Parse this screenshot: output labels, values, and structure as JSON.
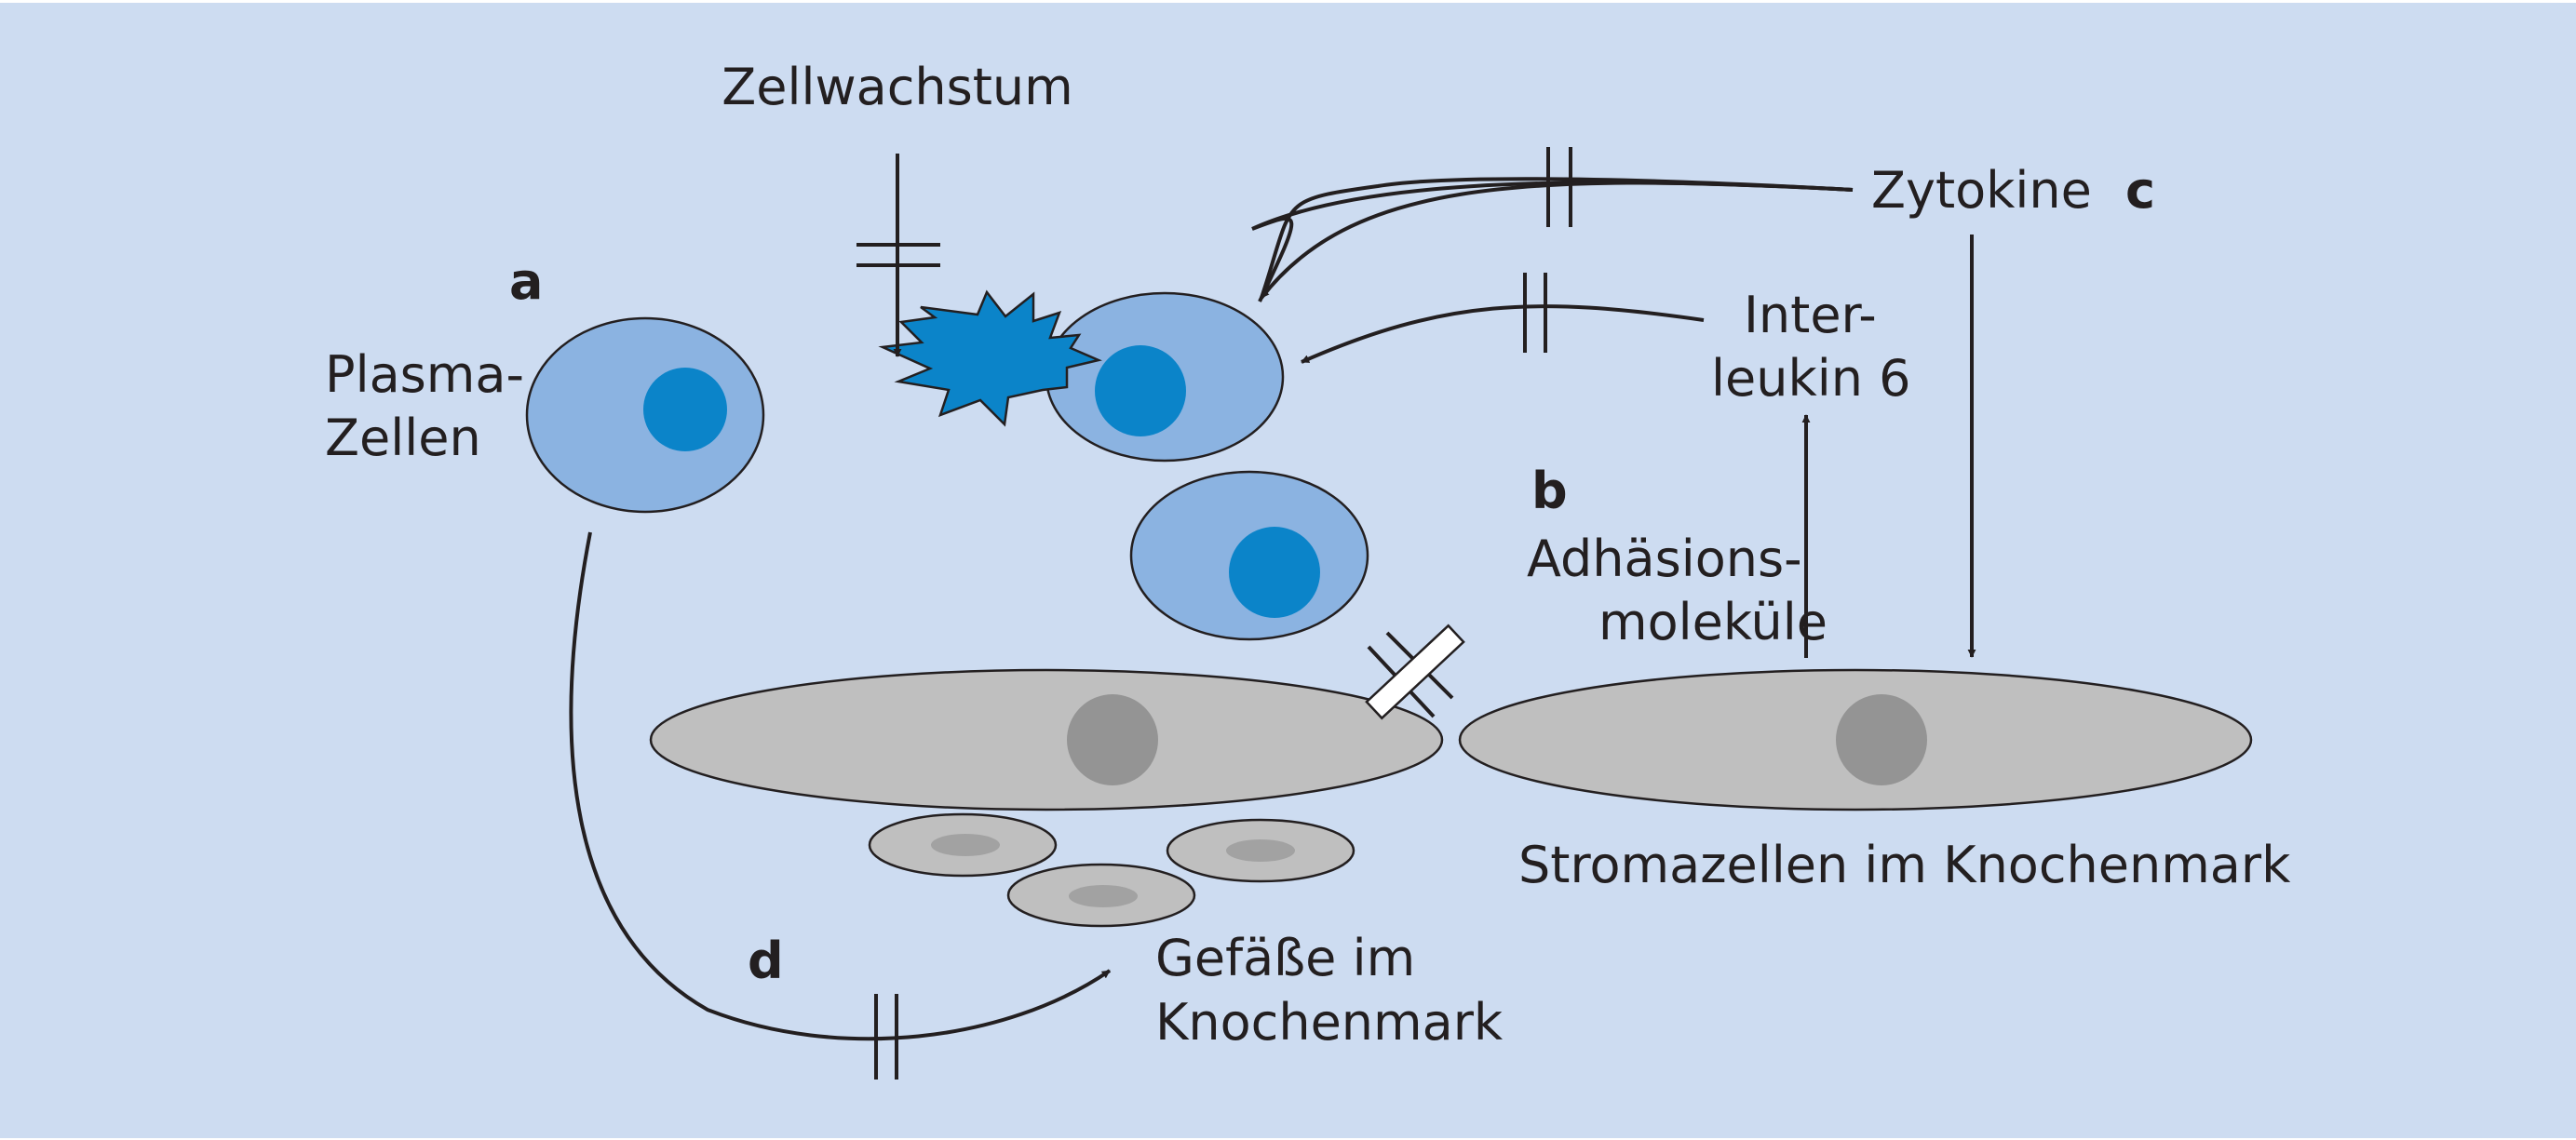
{
  "labels": {
    "zellwachstum": "Zellwachstum",
    "zytokine": "Zytokine",
    "interleukin_line1": "Inter-",
    "interleukin_line2": "leukin 6",
    "plasma_line1": "Plasma-",
    "plasma_line2": "Zellen",
    "adhaesion_line1": "Adhäsions-",
    "adhaesion_line2": "moleküle",
    "stroma": "Stromazellen im Knochenmark",
    "gefaesse_line1": "Gefäße im",
    "gefaesse_line2": "Knochenmark"
  },
  "markers": {
    "a": "a",
    "b": "b",
    "c": "c",
    "d": "d"
  },
  "colors": {
    "background": "#cddcf1",
    "plasma_cell": "#8bb3e1",
    "nucleus_blue": "#0b84c9",
    "stroma_cell": "#bfbfbf",
    "stroma_nucleus": "#949494",
    "vessel_nucleus": "#a2a2a2",
    "line": "#231f20"
  }
}
